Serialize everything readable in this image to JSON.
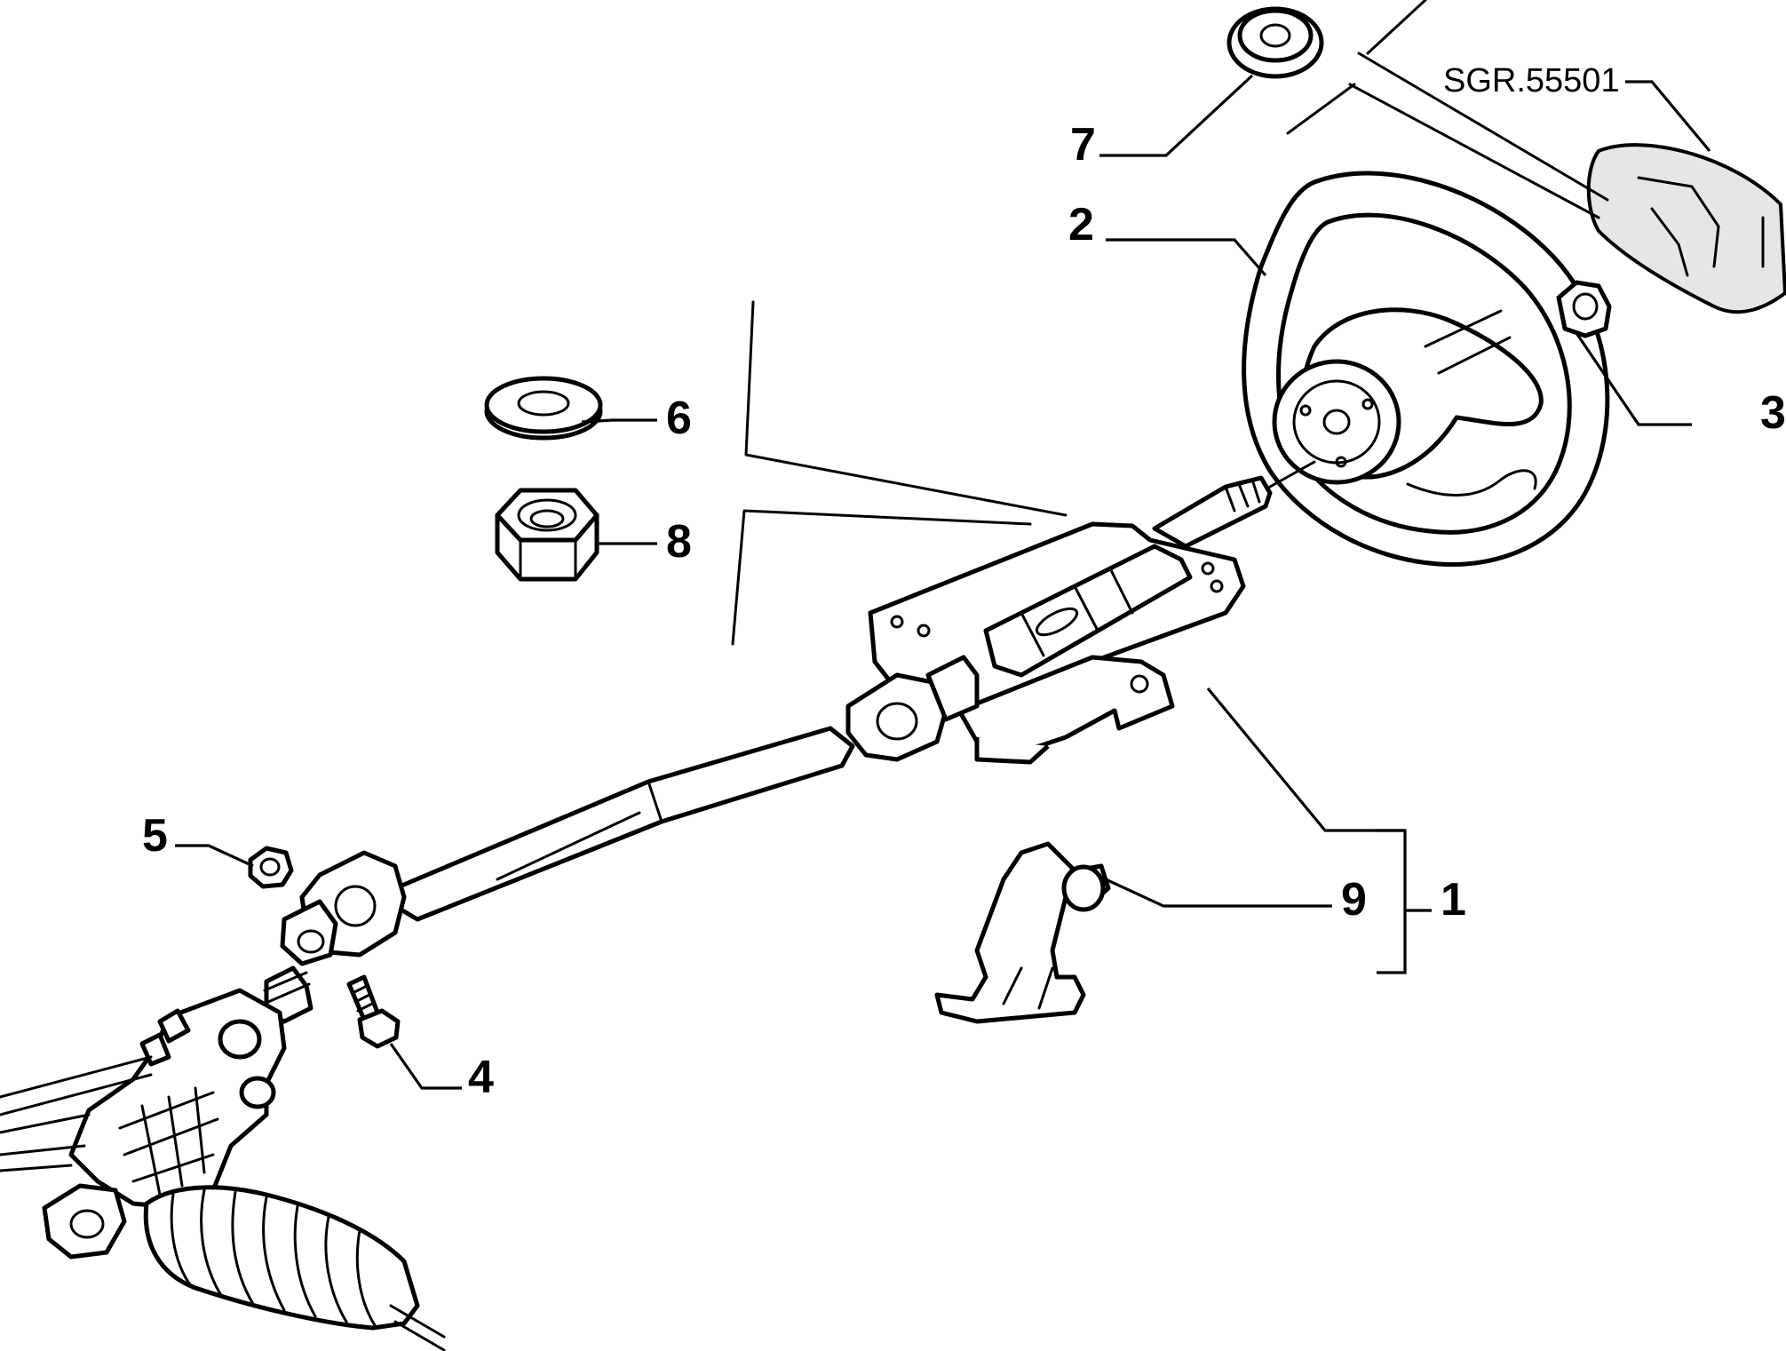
{
  "reference_code": "SGR.55501",
  "callouts": {
    "c1": "1",
    "c2": "2",
    "c3": "3",
    "c4": "4",
    "c5": "5",
    "c6": "6",
    "c7": "7",
    "c8": "8",
    "c9": "9"
  }
}
